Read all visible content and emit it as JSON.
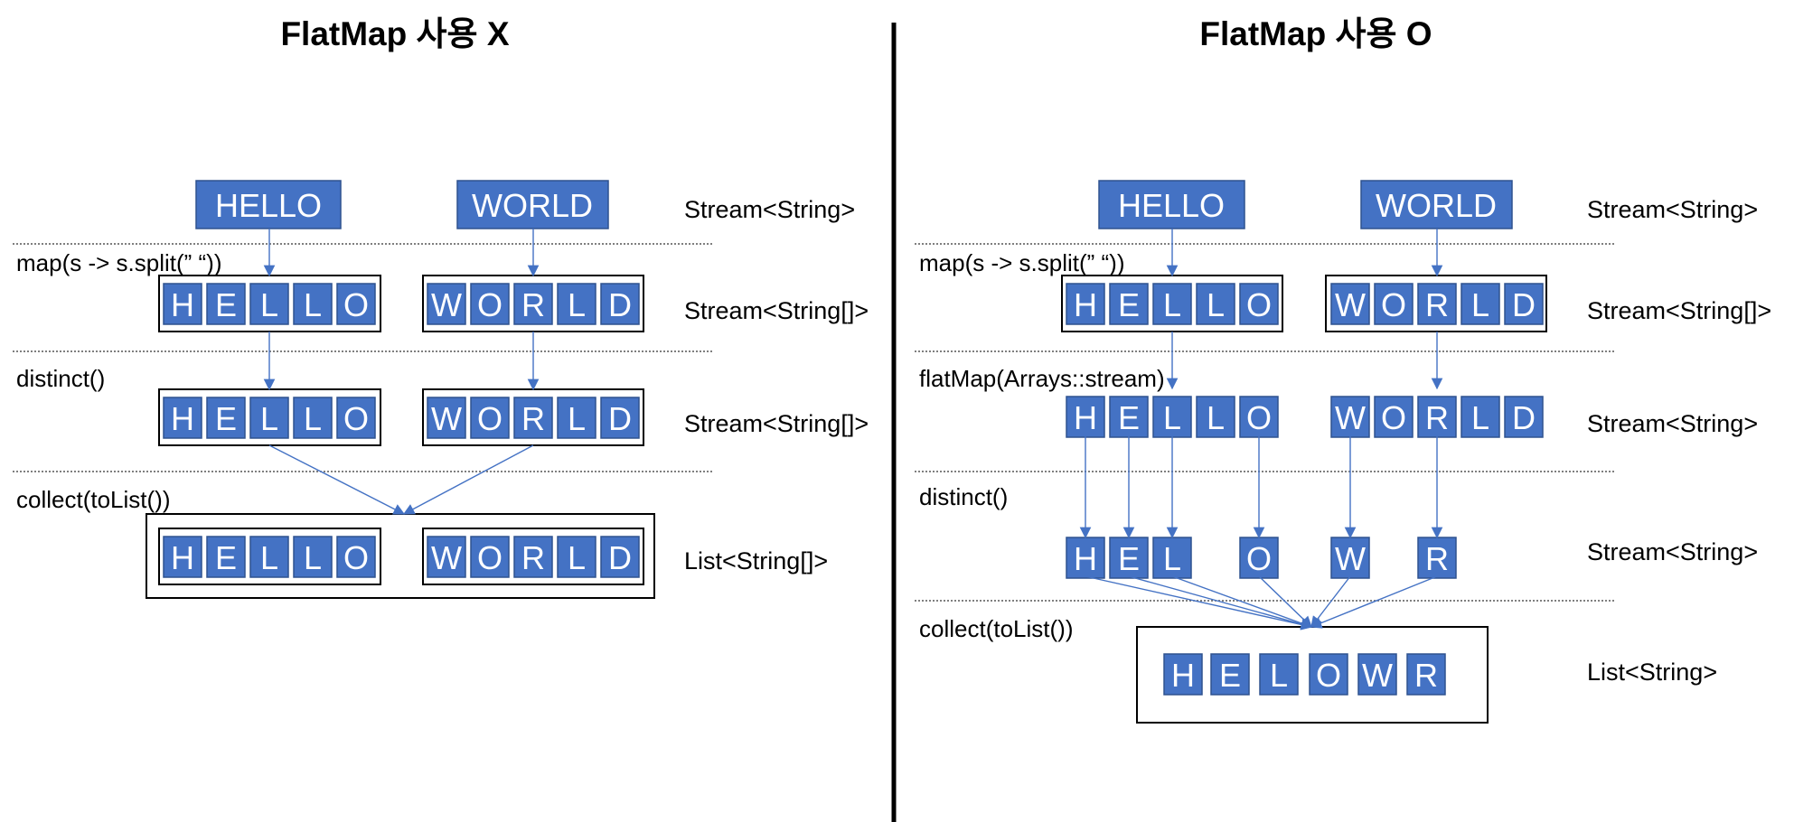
{
  "colors": {
    "cell_fill": "#4472c4",
    "cell_border": "#2f528f",
    "arrow": "#4472c4",
    "text": "#000000"
  },
  "left": {
    "title": "FlatMap 사용 X",
    "words": [
      "HELLO",
      "WORLD"
    ],
    "ops": [
      "map(s -> s.split(” “))",
      "distinct()",
      "collect(toList())"
    ],
    "types": [
      "Stream<String>",
      "Stream<String[]>",
      "Stream<String[]>",
      "List<String[]>"
    ],
    "split_row": [
      [
        "H",
        "E",
        "L",
        "L",
        "O"
      ],
      [
        "W",
        "O",
        "R",
        "L",
        "D"
      ]
    ],
    "distinct_row": [
      [
        "H",
        "E",
        "L",
        "L",
        "O"
      ],
      [
        "W",
        "O",
        "R",
        "L",
        "D"
      ]
    ],
    "list_row": [
      [
        "H",
        "E",
        "L",
        "L",
        "O"
      ],
      [
        "W",
        "O",
        "R",
        "L",
        "D"
      ]
    ]
  },
  "right": {
    "title": "FlatMap 사용 O",
    "words": [
      "HELLO",
      "WORLD"
    ],
    "ops": [
      "map(s -> s.split(” “))",
      "flatMap(Arrays::stream)",
      "distinct()",
      "collect(toList())"
    ],
    "types": [
      "Stream<String>",
      "Stream<String[]>",
      "Stream<String>",
      "Stream<String>",
      "List<String>"
    ],
    "split_row": [
      [
        "H",
        "E",
        "L",
        "L",
        "O"
      ],
      [
        "W",
        "O",
        "R",
        "L",
        "D"
      ]
    ],
    "flat_row": [
      "H",
      "E",
      "L",
      "L",
      "O",
      "W",
      "O",
      "R",
      "L",
      "D"
    ],
    "distinct_row": [
      "H",
      "E",
      "L",
      "O",
      "W",
      "R"
    ],
    "list_row": [
      "H",
      "E",
      "L",
      "O",
      "W",
      "R"
    ]
  }
}
